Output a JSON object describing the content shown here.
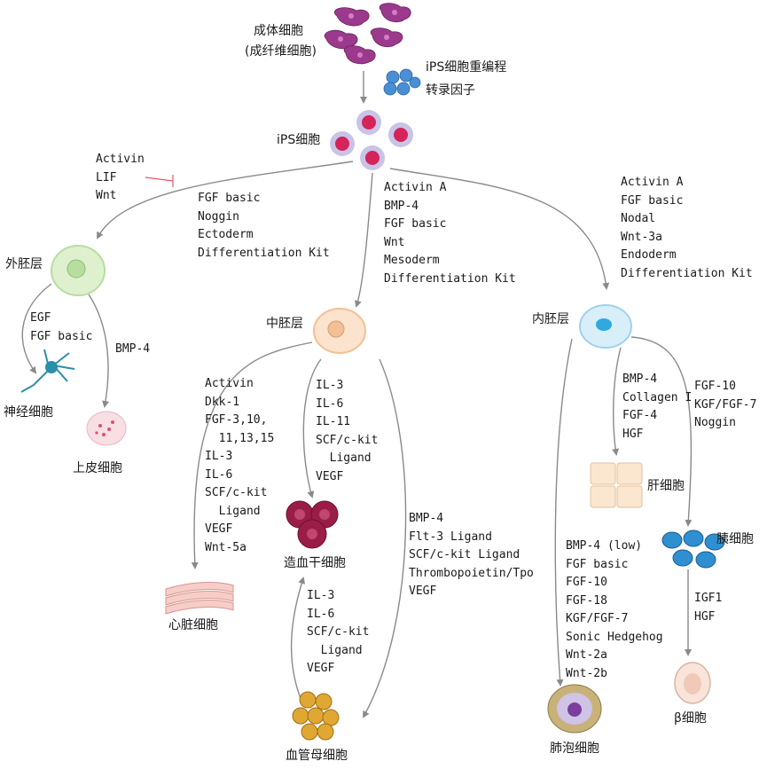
{
  "colors": {
    "fibroblast": "#9b3a8c",
    "factor": "#4a8fd4",
    "ips_ring": "#c9c3e8",
    "ips_core": "#d4245a",
    "ectoderm": "#b7dda0",
    "mesoderm": "#f3c095",
    "endoderm": "#2fa9e0",
    "blood": "#9a1d48",
    "arrow": "#8a8a8a",
    "inhibit": "#e05a6a"
  },
  "nodes": {
    "adult_cell": "成体细胞",
    "adult_cell_sub": "(成纤维细胞)",
    "reprogramming": "iPS细胞重编程",
    "transcription_factors": "转录因子",
    "ips": "iPS细胞",
    "ectoderm": "外胚层",
    "mesoderm": "中胚层",
    "endoderm": "内胚层",
    "neuron": "神经细胞",
    "epithelial": "上皮细胞",
    "cardiac": "心脏细胞",
    "hsc": "造血干细胞",
    "hemangioblast": "血管母细胞",
    "hepatocyte": "肝细胞",
    "pancreatic": "胰细胞",
    "alveolar": "肺泡细胞",
    "beta_cell": "β细胞"
  },
  "factors": {
    "inhibit_list": [
      "Activin",
      "LIF",
      "Wnt"
    ],
    "ectoderm_list": [
      "FGF basic",
      "Noggin",
      "Ectoderm",
      "Differentiation Kit"
    ],
    "mesoderm_list": [
      "Activin A",
      "BMP-4",
      "FGF basic",
      "Wnt",
      "Mesoderm",
      "Differentiation Kit"
    ],
    "endoderm_list": [
      "Activin A",
      "FGF basic",
      "Nodal",
      "Wnt-3a",
      "Endoderm",
      "Differentiation Kit"
    ],
    "neuron_list": [
      "EGF",
      "FGF basic"
    ],
    "epithelial_list": [
      "BMP-4"
    ],
    "cardiac_list": [
      "Activin",
      "Dkk-1",
      "FGF-3,10,",
      "  11,13,15",
      "IL-3",
      "IL-6",
      "SCF/c-kit",
      "  Ligand",
      "VEGF",
      "Wnt-5a"
    ],
    "hsc_list": [
      "IL-3",
      "IL-6",
      "IL-11",
      "SCF/c-kit",
      "  Ligand",
      "VEGF"
    ],
    "hemangioblast_list": [
      "BMP-4",
      "Flt-3 Ligand",
      "SCF/c-kit Ligand",
      "Thrombopoietin/Tpo",
      "VEGF"
    ],
    "back_to_hsc_list": [
      "IL-3",
      "IL-6",
      "SCF/c-kit",
      "  Ligand",
      "VEGF"
    ],
    "hepatocyte_list": [
      "BMP-4",
      "Collagen I",
      "FGF-4",
      "HGF"
    ],
    "pancreatic_list": [
      "FGF-10",
      "KGF/FGF-7",
      "Noggin"
    ],
    "alveolar_list": [
      "BMP-4 (low)",
      "FGF basic",
      "FGF-10",
      "FGF-18",
      "KGF/FGF-7",
      "Sonic Hedgehog",
      "Wnt-2a",
      "Wnt-2b"
    ],
    "beta_list": [
      "IGF1",
      "HGF"
    ]
  }
}
